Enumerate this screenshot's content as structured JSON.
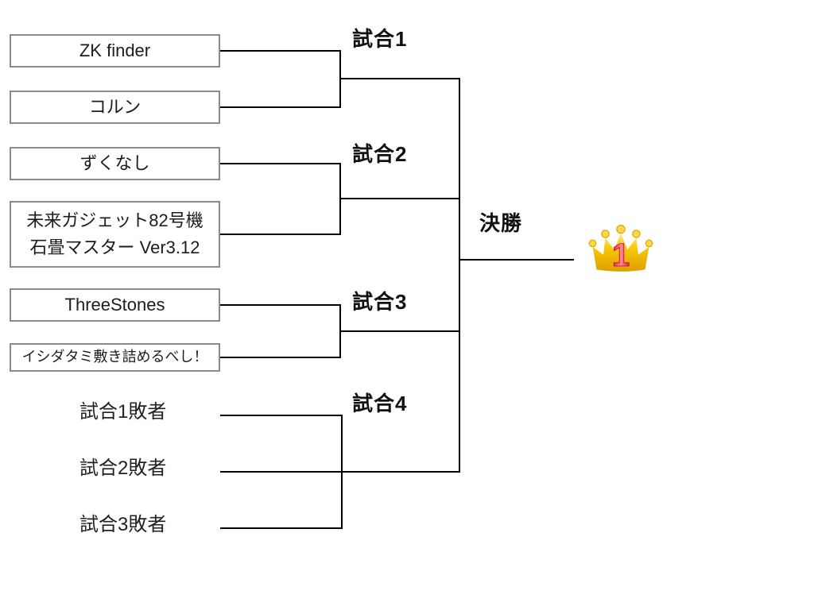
{
  "bracket": {
    "entrants": [
      {
        "name": "ZK finder"
      },
      {
        "name": "コルン"
      },
      {
        "name": "ずくなし"
      },
      {
        "name": "未来ガジェット82号機\n石畳マスター Ver3.12"
      },
      {
        "name": "ThreeStones"
      },
      {
        "name": "イシダタミ敷き詰めるべし！"
      }
    ],
    "match_labels": [
      {
        "label": "試合1"
      },
      {
        "label": "試合2"
      },
      {
        "label": "試合3"
      },
      {
        "label": "試合4"
      }
    ],
    "final_label": "決勝",
    "loser_slots": [
      {
        "label": "試合1敗者"
      },
      {
        "label": "試合2敗者"
      },
      {
        "label": "試合3敗者"
      }
    ],
    "winner_icon": "crown-first-place",
    "winner_icon_number": "1",
    "colors": {
      "connector_line": "#000000",
      "box_border": "#8a8a8a",
      "box_background": "#ffffff",
      "text": "#1c1c1c",
      "crown_gold": "#f2b705",
      "crown_number_red": "#e01636"
    }
  }
}
